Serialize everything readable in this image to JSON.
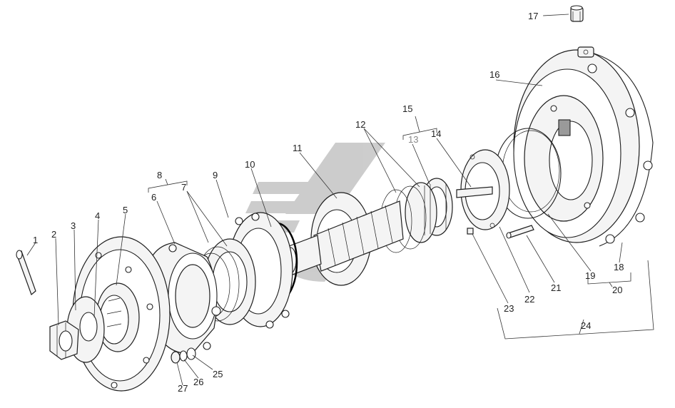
{
  "callouts": {
    "c1": "1",
    "c2": "2",
    "c3": "3",
    "c4": "4",
    "c5": "5",
    "c6": "6",
    "c7": "7",
    "c8": "8",
    "c9": "9",
    "c10": "10",
    "c11": "11",
    "c12": "12",
    "c13": "13",
    "c14": "14",
    "c15": "15",
    "c16": "16",
    "c17": "17",
    "c18": "18",
    "c19": "19",
    "c20": "20",
    "c21": "21",
    "c22": "22",
    "c23": "23",
    "c24": "24",
    "c25": "25",
    "c26": "26",
    "c27": "27"
  },
  "colors": {
    "line": "#1e1e1e",
    "watermark": "#bfbfbf",
    "background": "#ffffff"
  }
}
